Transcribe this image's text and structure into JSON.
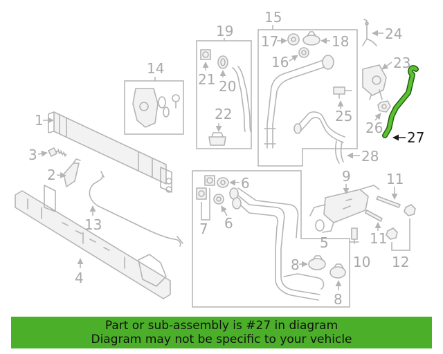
{
  "diagram": {
    "highlighted_part": "27",
    "callouts": [
      "1",
      "2",
      "3",
      "4",
      "5",
      "6",
      "6",
      "7",
      "8",
      "8",
      "9",
      "10",
      "11",
      "11",
      "12",
      "13",
      "14",
      "15",
      "16",
      "17",
      "18",
      "19",
      "20",
      "21",
      "22",
      "23",
      "24",
      "25",
      "26",
      "27",
      "28"
    ],
    "highlight_color": "#4caf2a"
  },
  "banner": {
    "line1": "Part or sub-assembly is #27 in diagram",
    "line2": "Diagram may not be specific to your vehicle"
  }
}
